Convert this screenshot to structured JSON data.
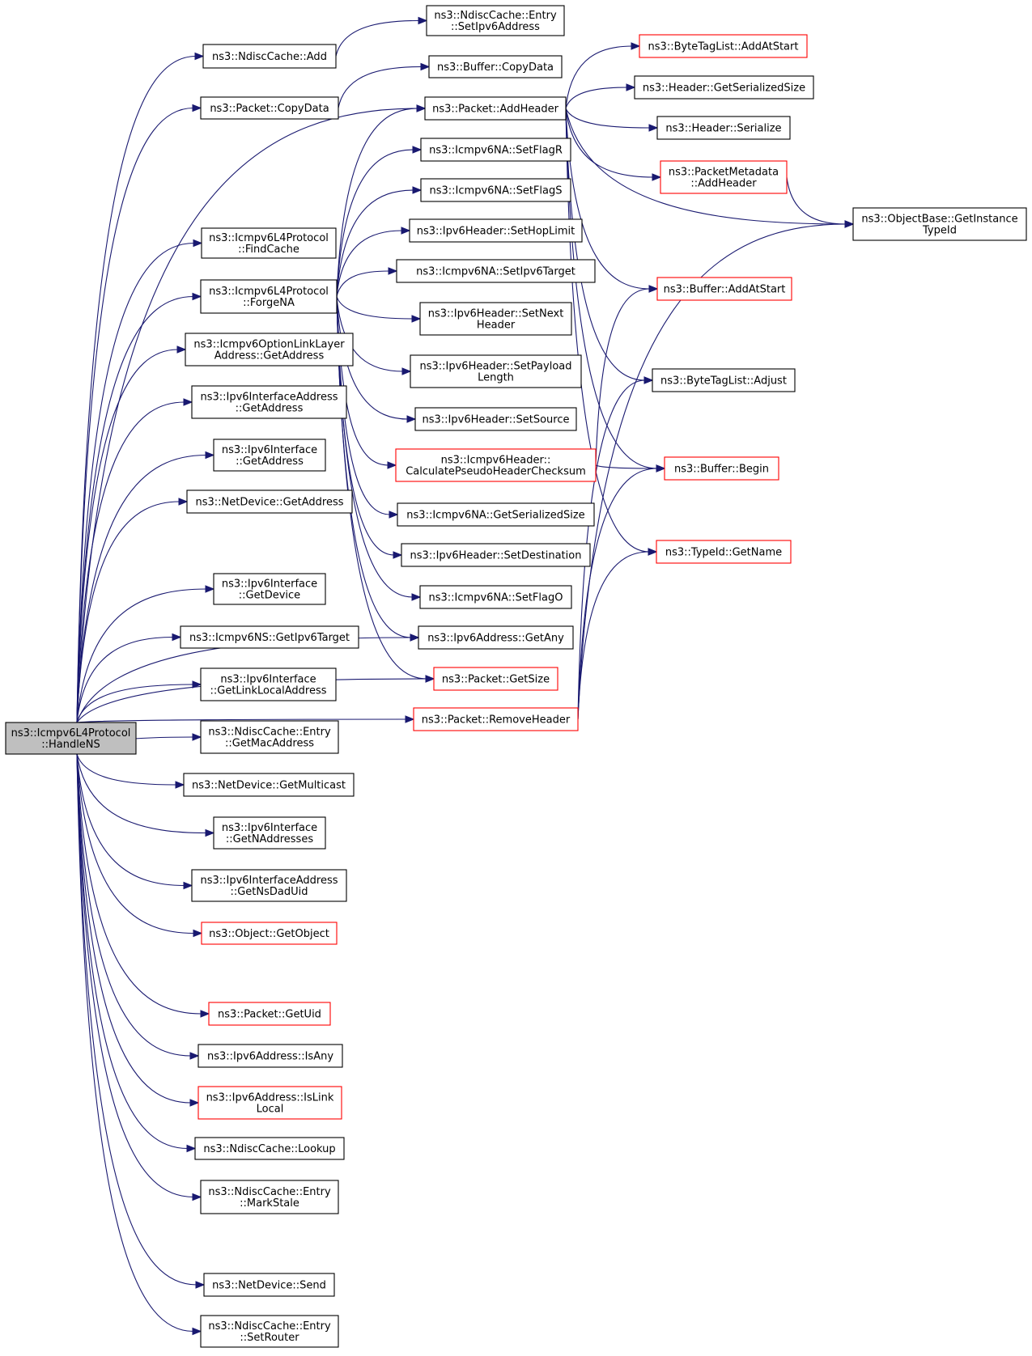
{
  "colors": {
    "edge": "#191970",
    "node_border": "#000000",
    "node_border_truncated": "#ff0000",
    "root_fill": "#bfbfbf",
    "node_fill": "#ffffff"
  },
  "nodes": [
    {
      "id": "root",
      "lines": [
        "ns3::Icmpv6L4Protocol",
        "::HandleNS"
      ],
      "style": "root"
    },
    {
      "id": "ndisc_add",
      "lines": [
        "ns3::NdiscCache::Add"
      ],
      "style": "normal"
    },
    {
      "id": "pkt_copydata",
      "lines": [
        "ns3::Packet::CopyData"
      ],
      "style": "normal"
    },
    {
      "id": "findcache",
      "lines": [
        "ns3::Icmpv6L4Protocol",
        "::FindCache"
      ],
      "style": "normal"
    },
    {
      "id": "forgena",
      "lines": [
        "ns3::Icmpv6L4Protocol",
        "::ForgeNA"
      ],
      "style": "normal"
    },
    {
      "id": "optll_getaddr",
      "lines": [
        "ns3::Icmpv6OptionLinkLayer",
        "Address::GetAddress"
      ],
      "style": "normal"
    },
    {
      "id": "ifaddr_getaddr",
      "lines": [
        "ns3::Ipv6InterfaceAddress",
        "::GetAddress"
      ],
      "style": "normal"
    },
    {
      "id": "iface_getaddr",
      "lines": [
        "ns3::Ipv6Interface",
        "::GetAddress"
      ],
      "style": "normal"
    },
    {
      "id": "netdev_getaddr",
      "lines": [
        "ns3::NetDevice::GetAddress"
      ],
      "style": "normal"
    },
    {
      "id": "iface_getdevice",
      "lines": [
        "ns3::Ipv6Interface",
        "::GetDevice"
      ],
      "style": "normal"
    },
    {
      "id": "ns_gettarget",
      "lines": [
        "ns3::Icmpv6NS::GetIpv6Target"
      ],
      "style": "normal"
    },
    {
      "id": "iface_getll",
      "lines": [
        "ns3::Ipv6Interface",
        "::GetLinkLocalAddress"
      ],
      "style": "normal"
    },
    {
      "id": "entry_getmac",
      "lines": [
        "ns3::NdiscCache::Entry",
        "::GetMacAddress"
      ],
      "style": "normal"
    },
    {
      "id": "netdev_getmc",
      "lines": [
        "ns3::NetDevice::GetMulticast"
      ],
      "style": "normal"
    },
    {
      "id": "iface_getn",
      "lines": [
        "ns3::Ipv6Interface",
        "::GetNAddresses"
      ],
      "style": "normal"
    },
    {
      "id": "ifaddr_getnsdad",
      "lines": [
        "ns3::Ipv6InterfaceAddress",
        "::GetNsDadUid"
      ],
      "style": "normal"
    },
    {
      "id": "obj_getobj",
      "lines": [
        "ns3::Object::GetObject"
      ],
      "style": "red"
    },
    {
      "id": "pkt_getuid",
      "lines": [
        "ns3::Packet::GetUid"
      ],
      "style": "red"
    },
    {
      "id": "addr_isany",
      "lines": [
        "ns3::Ipv6Address::IsAny"
      ],
      "style": "normal"
    },
    {
      "id": "addr_isll",
      "lines": [
        "ns3::Ipv6Address::IsLink",
        "Local"
      ],
      "style": "red"
    },
    {
      "id": "ndisc_lookup",
      "lines": [
        "ns3::NdiscCache::Lookup"
      ],
      "style": "normal"
    },
    {
      "id": "entry_markstale",
      "lines": [
        "ns3::NdiscCache::Entry",
        "::MarkStale"
      ],
      "style": "normal"
    },
    {
      "id": "netdev_send",
      "lines": [
        "ns3::NetDevice::Send"
      ],
      "style": "normal"
    },
    {
      "id": "entry_setrouter",
      "lines": [
        "ns3::NdiscCache::Entry",
        "::SetRouter"
      ],
      "style": "normal"
    },
    {
      "id": "entry_setipv6",
      "lines": [
        "ns3::NdiscCache::Entry",
        "::SetIpv6Address"
      ],
      "style": "normal"
    },
    {
      "id": "buf_copydata",
      "lines": [
        "ns3::Buffer::CopyData"
      ],
      "style": "normal"
    },
    {
      "id": "pkt_addheader",
      "lines": [
        "ns3::Packet::AddHeader"
      ],
      "style": "normal"
    },
    {
      "id": "na_setflagr",
      "lines": [
        "ns3::Icmpv6NA::SetFlagR"
      ],
      "style": "normal"
    },
    {
      "id": "na_setflags",
      "lines": [
        "ns3::Icmpv6NA::SetFlagS"
      ],
      "style": "normal"
    },
    {
      "id": "hdr_sethop",
      "lines": [
        "ns3::Ipv6Header::SetHopLimit"
      ],
      "style": "normal"
    },
    {
      "id": "na_settarget",
      "lines": [
        "ns3::Icmpv6NA::SetIpv6Target"
      ],
      "style": "normal"
    },
    {
      "id": "hdr_setnext",
      "lines": [
        "ns3::Ipv6Header::SetNext",
        "Header"
      ],
      "style": "normal"
    },
    {
      "id": "hdr_setpayload",
      "lines": [
        "ns3::Ipv6Header::SetPayload",
        "Length"
      ],
      "style": "normal"
    },
    {
      "id": "hdr_setsource",
      "lines": [
        "ns3::Ipv6Header::SetSource"
      ],
      "style": "normal"
    },
    {
      "id": "icmp_calc",
      "lines": [
        "ns3::Icmpv6Header::",
        "CalculatePseudoHeaderChecksum"
      ],
      "style": "red"
    },
    {
      "id": "na_getsize",
      "lines": [
        "ns3::Icmpv6NA::GetSerializedSize"
      ],
      "style": "normal"
    },
    {
      "id": "hdr_setdest",
      "lines": [
        "ns3::Ipv6Header::SetDestination"
      ],
      "style": "normal"
    },
    {
      "id": "na_setflago",
      "lines": [
        "ns3::Icmpv6NA::SetFlagO"
      ],
      "style": "normal"
    },
    {
      "id": "addr_getany",
      "lines": [
        "ns3::Ipv6Address::GetAny"
      ],
      "style": "normal"
    },
    {
      "id": "pkt_getsize",
      "lines": [
        "ns3::Packet::GetSize"
      ],
      "style": "red"
    },
    {
      "id": "pkt_removeheader",
      "lines": [
        "ns3::Packet::RemoveHeader"
      ],
      "style": "red"
    },
    {
      "id": "btl_addatstart",
      "lines": [
        "ns3::ByteTagList::AddAtStart"
      ],
      "style": "red"
    },
    {
      "id": "header_getsize",
      "lines": [
        "ns3::Header::GetSerializedSize"
      ],
      "style": "normal"
    },
    {
      "id": "header_serialize",
      "lines": [
        "ns3::Header::Serialize"
      ],
      "style": "normal"
    },
    {
      "id": "meta_addheader",
      "lines": [
        "ns3::PacketMetadata",
        "::AddHeader"
      ],
      "style": "red"
    },
    {
      "id": "objbase_gettid",
      "lines": [
        "ns3::ObjectBase::GetInstance",
        "TypeId"
      ],
      "style": "normal"
    },
    {
      "id": "buf_addatstart",
      "lines": [
        "ns3::Buffer::AddAtStart"
      ],
      "style": "red"
    },
    {
      "id": "btl_adjust",
      "lines": [
        "ns3::ByteTagList::Adjust"
      ],
      "style": "normal"
    },
    {
      "id": "buf_begin",
      "lines": [
        "ns3::Buffer::Begin"
      ],
      "style": "red"
    },
    {
      "id": "typeid_getname",
      "lines": [
        "ns3::TypeId::GetName"
      ],
      "style": "red"
    }
  ],
  "edges": [
    [
      "root",
      "ndisc_add"
    ],
    [
      "root",
      "pkt_copydata"
    ],
    [
      "root",
      "pkt_addheader"
    ],
    [
      "root",
      "findcache"
    ],
    [
      "root",
      "forgena"
    ],
    [
      "root",
      "optll_getaddr"
    ],
    [
      "root",
      "ifaddr_getaddr"
    ],
    [
      "root",
      "iface_getaddr"
    ],
    [
      "root",
      "netdev_getaddr"
    ],
    [
      "root",
      "addr_getany"
    ],
    [
      "root",
      "iface_getdevice"
    ],
    [
      "root",
      "ns_gettarget"
    ],
    [
      "root",
      "iface_getll"
    ],
    [
      "root",
      "entry_getmac"
    ],
    [
      "root",
      "netdev_getmc"
    ],
    [
      "root",
      "iface_getn"
    ],
    [
      "root",
      "ifaddr_getnsdad"
    ],
    [
      "root",
      "obj_getobj"
    ],
    [
      "root",
      "pkt_getsize"
    ],
    [
      "root",
      "pkt_getuid"
    ],
    [
      "root",
      "addr_isany"
    ],
    [
      "root",
      "addr_isll"
    ],
    [
      "root",
      "ndisc_lookup"
    ],
    [
      "root",
      "entry_markstale"
    ],
    [
      "root",
      "pkt_removeheader"
    ],
    [
      "root",
      "netdev_send"
    ],
    [
      "root",
      "entry_setrouter"
    ],
    [
      "ndisc_add",
      "entry_setipv6"
    ],
    [
      "pkt_copydata",
      "buf_copydata"
    ],
    [
      "forgena",
      "pkt_addheader"
    ],
    [
      "forgena",
      "na_setflagr"
    ],
    [
      "forgena",
      "na_setflags"
    ],
    [
      "forgena",
      "hdr_sethop"
    ],
    [
      "forgena",
      "na_settarget"
    ],
    [
      "forgena",
      "hdr_setnext"
    ],
    [
      "forgena",
      "hdr_setpayload"
    ],
    [
      "forgena",
      "hdr_setsource"
    ],
    [
      "forgena",
      "icmp_calc"
    ],
    [
      "forgena",
      "na_getsize"
    ],
    [
      "forgena",
      "hdr_setdest"
    ],
    [
      "forgena",
      "na_setflago"
    ],
    [
      "forgena",
      "addr_getany"
    ],
    [
      "forgena",
      "pkt_getsize"
    ],
    [
      "pkt_addheader",
      "btl_addatstart"
    ],
    [
      "pkt_addheader",
      "header_getsize"
    ],
    [
      "pkt_addheader",
      "header_serialize"
    ],
    [
      "pkt_addheader",
      "meta_addheader"
    ],
    [
      "pkt_addheader",
      "objbase_gettid"
    ],
    [
      "pkt_addheader",
      "buf_addatstart"
    ],
    [
      "pkt_addheader",
      "btl_adjust"
    ],
    [
      "pkt_addheader",
      "buf_begin"
    ],
    [
      "pkt_addheader",
      "typeid_getname"
    ],
    [
      "meta_addheader",
      "objbase_gettid"
    ],
    [
      "icmp_calc",
      "buf_addatstart"
    ],
    [
      "icmp_calc",
      "buf_begin"
    ],
    [
      "pkt_removeheader",
      "btl_adjust"
    ],
    [
      "pkt_removeheader",
      "buf_begin"
    ],
    [
      "pkt_removeheader",
      "typeid_getname"
    ],
    [
      "pkt_removeheader",
      "objbase_gettid"
    ]
  ]
}
